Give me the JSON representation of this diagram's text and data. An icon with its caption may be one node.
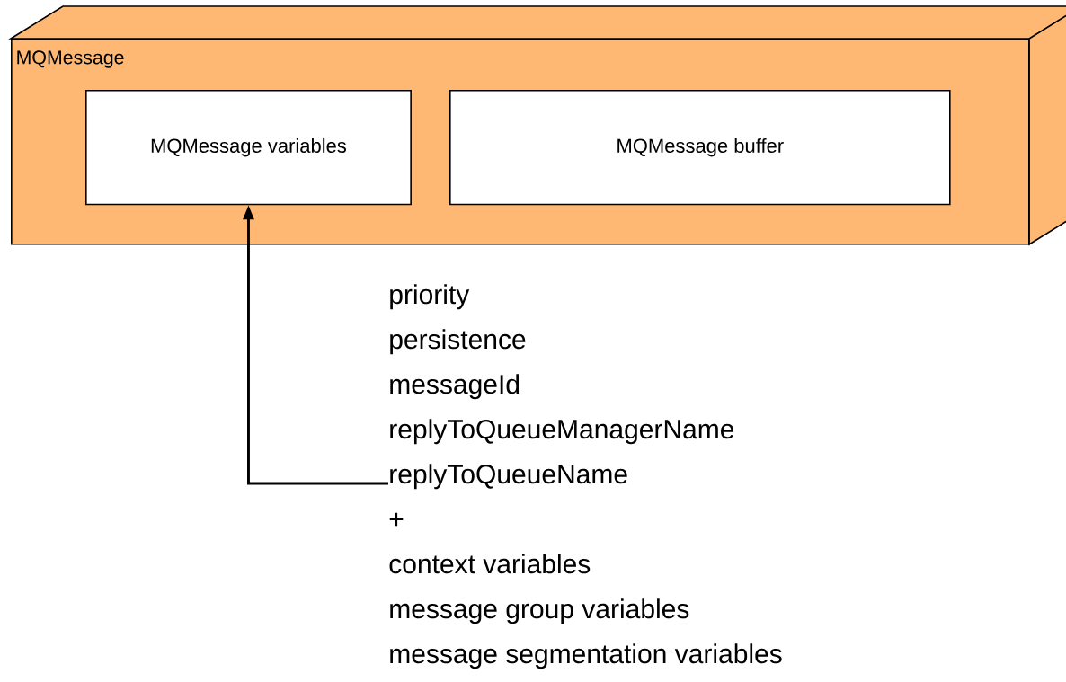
{
  "diagram": {
    "nodes": [
      {
        "text": [
          "MQMessage"
        ]
      },
      {
        "text": [
          "MQMessage variables"
        ],
        "in": 0
      },
      {
        "text": [
          "MQMessage buffer"
        ],
        "in": 0
      },
      {
        "text": [
          "priority",
          "persistence",
          "messageId",
          "replyToQueueManagerName",
          "replyToQueueName",
          "+",
          "context variables",
          "message group variables",
          "message segmentation variables"
        ]
      }
    ],
    "edges": [
      {
        "from": 3,
        "to": 1,
        "arrow": "to"
      }
    ]
  }
}
